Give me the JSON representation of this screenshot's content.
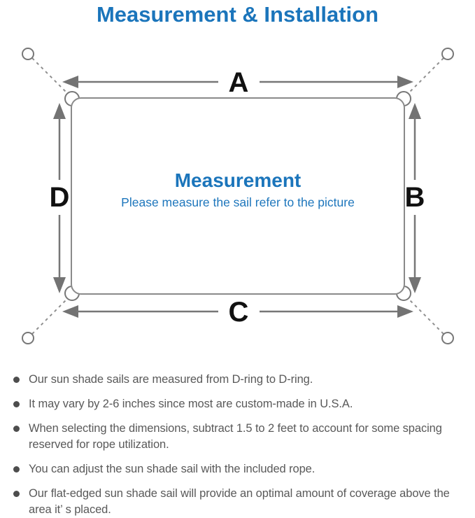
{
  "title": "Measurement & Installation",
  "diagram": {
    "labels": {
      "top": "A",
      "right": "B",
      "bottom": "C",
      "left": "D"
    },
    "center_title": "Measurement",
    "center_subtitle": "Please measure the sail refer to the picture"
  },
  "notes": [
    "Our sun shade sails are measured from D-ring to D-ring.",
    "It may vary by 2-6 inches since most are custom-made in U.S.A.",
    "When selecting the dimensions, subtract 1.5 to 2 feet to account for some spacing reserved for rope utilization.",
    "You can adjust the sun shade sail with the included rope.",
    "Our flat-edged sun shade sail will provide an optimal amount of coverage above the area it’ s placed."
  ],
  "colors": {
    "accent_blue": "#1b75bb",
    "line_gray": "#777777",
    "text_gray": "#595959"
  }
}
